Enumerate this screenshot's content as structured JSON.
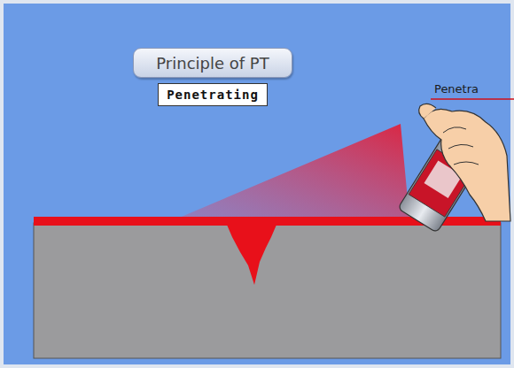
{
  "diagram": {
    "nodes": [
      {
        "text": [
          "Principle of PT"
        ]
      },
      {
        "text": [
          "Penetrating"
        ]
      }
    ],
    "labels": [
      "Penetra"
    ]
  }
}
